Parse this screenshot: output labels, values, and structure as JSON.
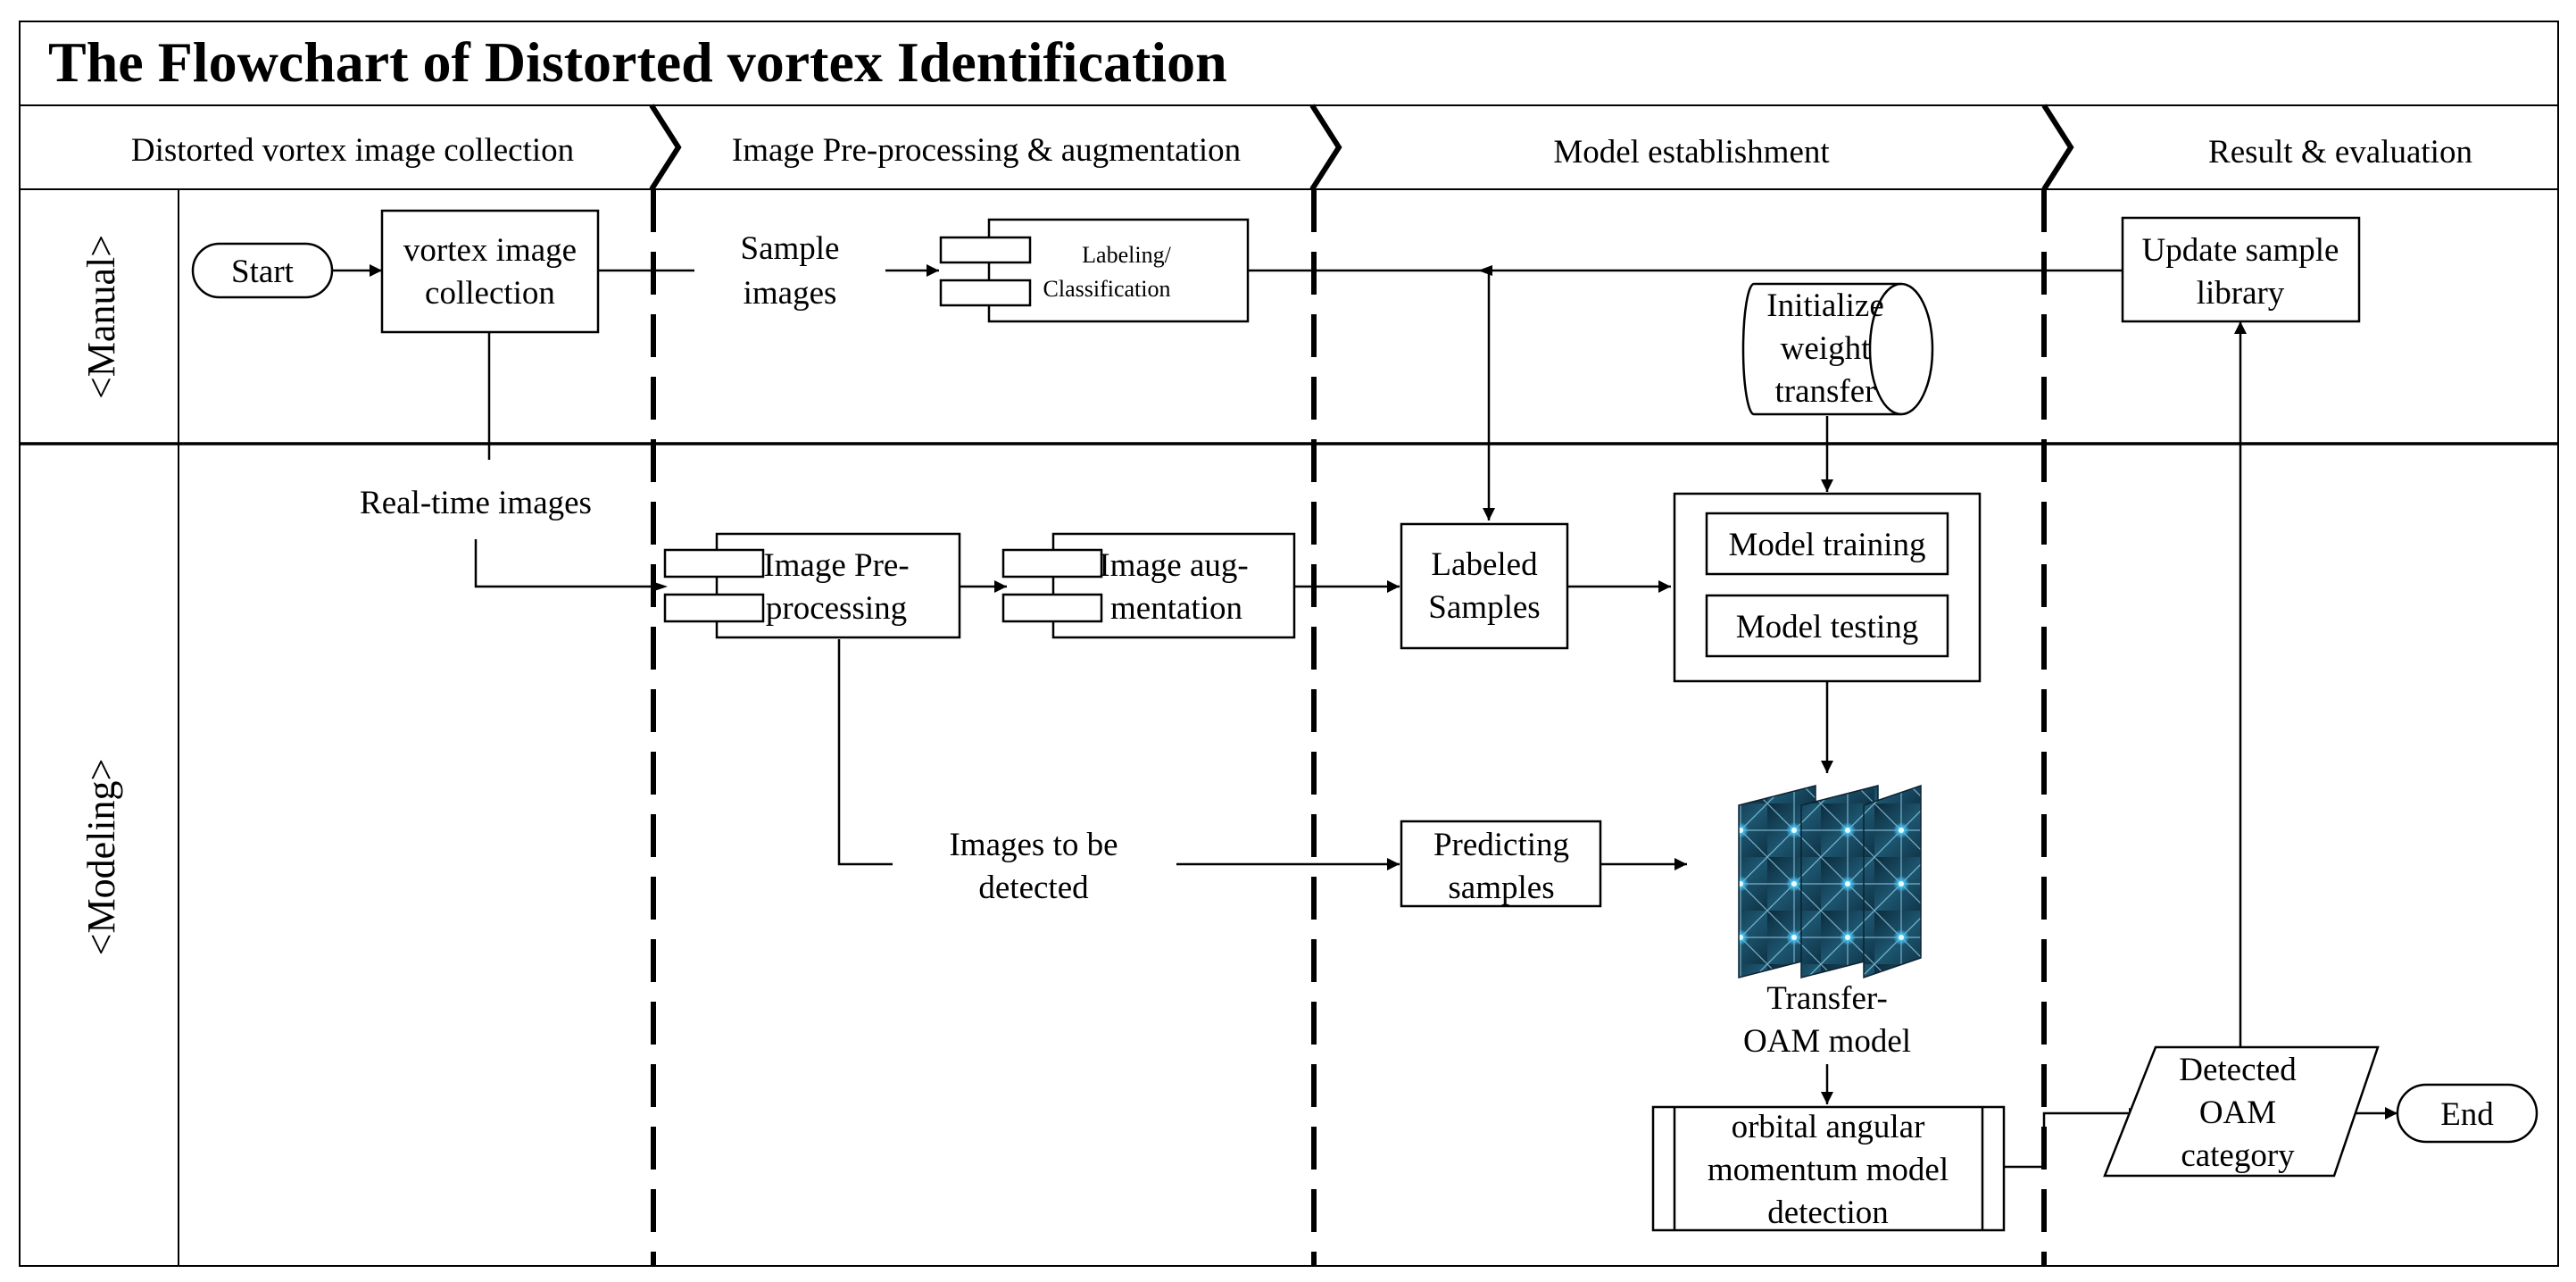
{
  "title": "The Flowchart of Distorted vortex Identification",
  "phases": [
    "Distorted vortex image collection",
    "Image Pre-processing & augmentation",
    "Model establishment",
    "Result & evaluation"
  ],
  "lanes": {
    "manual": "<Manual>",
    "modeling": "<Modeling>"
  },
  "nodes": {
    "start": "Start",
    "vortex_collection": [
      "vortex image",
      "collection"
    ],
    "sample_images": [
      "Sample",
      "images"
    ],
    "labeling": [
      "Labeling/",
      "Classification"
    ],
    "update_library": [
      "Update sample",
      "library"
    ],
    "init_weight": [
      "Initialize",
      "weight",
      "transfer"
    ],
    "realtime_images": "Real-time images",
    "preprocessing": [
      "Image Pre-",
      "processing"
    ],
    "augmentation": [
      "Image aug-",
      "mentation"
    ],
    "labeled_samples": [
      "Labeled",
      "Samples"
    ],
    "model_training": "Model training",
    "model_testing": "Model testing",
    "images_detected": [
      "Images to be",
      "detected"
    ],
    "predicting_samples": [
      "Predicting",
      "samples"
    ],
    "transfer_model": [
      "Transfer-",
      "OAM model"
    ],
    "oam_detection": [
      "orbital angular",
      "momentum model",
      "detection"
    ],
    "detected_category": [
      "Detected",
      "OAM",
      "category"
    ],
    "end": "End"
  },
  "colors": {
    "stroke": "#000000",
    "background": "#ffffff",
    "network_dark": "#123a4f",
    "network_glow": "#3fb6e6"
  }
}
